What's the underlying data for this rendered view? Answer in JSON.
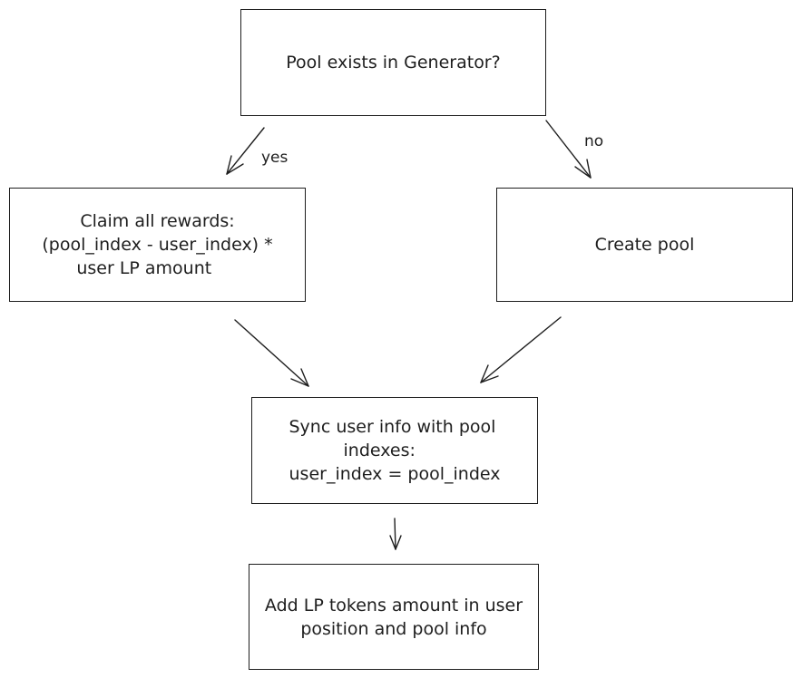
{
  "diagram": {
    "nodes": {
      "pool_exists": {
        "text": "Pool exists in Generator?"
      },
      "claim_rewards": {
        "lines": [
          "Claim all rewards:",
          "(pool_index - user_index) *",
          "user LP amount"
        ]
      },
      "create_pool": {
        "text": "Create pool"
      },
      "sync_user": {
        "lines": [
          "Sync user info with pool",
          "indexes:",
          "user_index = pool_index"
        ]
      },
      "add_lp": {
        "lines": [
          "Add LP tokens amount in user",
          "position and pool info"
        ]
      }
    },
    "edges": [
      {
        "from": "pool_exists",
        "to": "claim_rewards",
        "label": "yes"
      },
      {
        "from": "pool_exists",
        "to": "create_pool",
        "label": "no"
      },
      {
        "from": "claim_rewards",
        "to": "sync_user",
        "label": ""
      },
      {
        "from": "create_pool",
        "to": "sync_user",
        "label": ""
      },
      {
        "from": "sync_user",
        "to": "add_lp",
        "label": ""
      }
    ],
    "colors": {
      "stroke": "#1e1e1e",
      "background": "#ffffff"
    }
  }
}
